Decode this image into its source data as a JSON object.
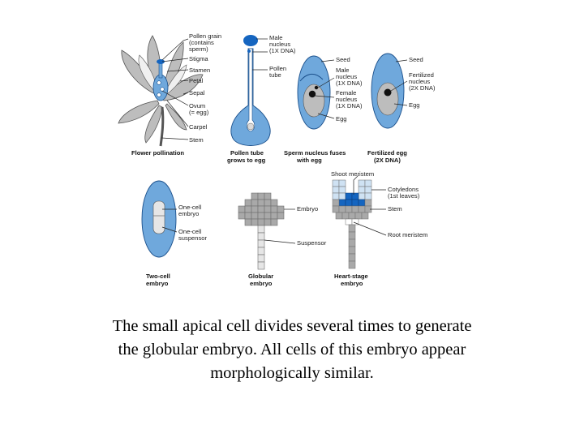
{
  "panels": {
    "flower": {
      "labels": [
        "Pollen grain",
        "(contains",
        "sperm)",
        "Stigma",
        "Stamen",
        "Petal",
        "Sepal",
        "Ovum",
        "(= egg)",
        "Carpel",
        "Stem"
      ],
      "caption": [
        "Flower pollination"
      ]
    },
    "pollen_tube": {
      "labels": [
        "Male",
        "nucleus",
        "(1X DNA)",
        "Pollen",
        "tube"
      ],
      "caption": [
        "Pollen tube",
        "grows to egg"
      ]
    },
    "fusion": {
      "labels": [
        "Seed",
        "Male",
        "nucleus",
        "(1X DNA)",
        "Female",
        "nucleus",
        "(1X DNA)",
        "Egg"
      ],
      "caption": [
        "Sperm nucleus fuses",
        "with egg"
      ]
    },
    "fertilized": {
      "labels": [
        "Seed",
        "Fertilized",
        "nucleus",
        "(2X DNA)",
        "Egg"
      ],
      "caption": [
        "Fertilized egg",
        "(2X DNA)"
      ]
    },
    "two_cell": {
      "labels": [
        "One-cell",
        "embryo",
        "One-cell",
        "suspensor"
      ],
      "caption": [
        "Two-cell",
        "embryo"
      ]
    },
    "globular": {
      "labels": [
        "Embryo",
        "Suspensor"
      ],
      "caption": [
        "Globular",
        "embryo"
      ]
    },
    "heart": {
      "labels": [
        "Shoot meristem",
        "Cotyledons",
        "(1st leaves)",
        "Stem",
        "Root meristem"
      ],
      "caption": [
        "Heart-stage",
        "embryo"
      ]
    }
  },
  "caption_lines": [
    "The small apical cell divides several times to generate",
    "the globular embryo.  All cells of this embryo appear",
    "morphologically similar."
  ],
  "colors": {
    "blue": "#6fa8dc",
    "blue_dark": "#1565c0",
    "grey": "#a9a9a9",
    "grey_dark": "#6e6e6e",
    "light_blue": "#cfe2f3"
  }
}
